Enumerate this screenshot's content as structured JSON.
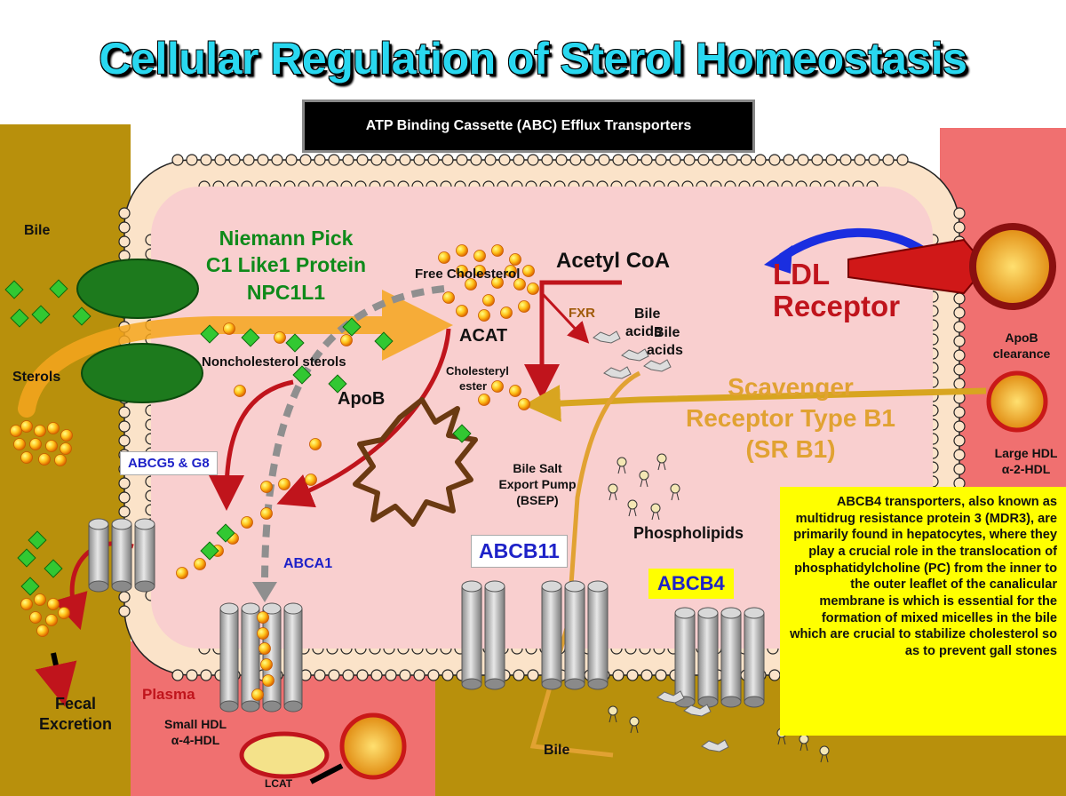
{
  "title": "Cellular Regulation of Sterol Homeostasis",
  "banner": "ATP Binding Cassette (ABC) Efflux Transporters",
  "labels": {
    "bile_left": "Bile",
    "sterols": "Sterols",
    "npc_line1": "Niemann Pick",
    "npc_line2": "C1 Like1 Protein",
    "npc_line3": "NPC1L1",
    "free_cholesterol": "Free Cholesterol",
    "acetyl_coa": "Acetyl CoA",
    "ldl_line1": "LDL",
    "ldl_line2": "Receptor",
    "fxr": "FXR",
    "bile_acids_1_line1": "Bile",
    "bile_acids_1_line2": "acids",
    "bile_acids_2_line1": "Bile",
    "bile_acids_2_line2": "acids",
    "acat": "ACAT",
    "noncholesterol": "Noncholesterol sterols",
    "cholesteryl_line1": "Cholesteryl",
    "cholesteryl_line2": "ester",
    "apob": "ApoB",
    "apob_clearance_line1": "ApoB",
    "apob_clearance_line2": "clearance",
    "srb1_line1": "Scavenger",
    "srb1_line2": "Receptor Type B1",
    "srb1_line3": "(SR B1)",
    "large_hdl_line1": "Large HDL",
    "large_hdl_line2": "α-2-HDL",
    "abcg5": "ABCG5 & G8",
    "bsep_line1": "Bile Salt",
    "bsep_line2": "Export Pump",
    "bsep_line3": "(BSEP)",
    "phospholipids": "Phospholipids",
    "abcb11": "ABCB11",
    "abcb4": "ABCB4",
    "abca1": "ABCA1",
    "plasma": "Plasma",
    "fecal_line1": "Fecal",
    "fecal_line2": "Excretion",
    "small_hdl_line1": "Small HDL",
    "small_hdl_line2": "α-4-HDL",
    "lcat": "LCAT",
    "bile_bottom": "Bile"
  },
  "note": "ABCB4 transporters, also known as multidrug resistance protein 3 (MDR3), are primarily found in hepatocytes, where they play a crucial role in the translocation of phosphatidylcholine (PC) from the inner to the outer leaflet of the canalicular membrane is which is essential for the formation of mixed micelles in the bile which are crucial to stabilize cholesterol so as to prevent gall stones",
  "colors": {
    "title": "#29d8f0",
    "bile_region": "#b8900c",
    "plasma_region": "#f07070",
    "cell": "#f9cfcf",
    "note_bg": "#ffff00",
    "npc_green": "#0f8a1a",
    "ldl_red": "#c0141c",
    "srb1_orange": "#e1a232",
    "label_blue": "#1e22c8"
  }
}
